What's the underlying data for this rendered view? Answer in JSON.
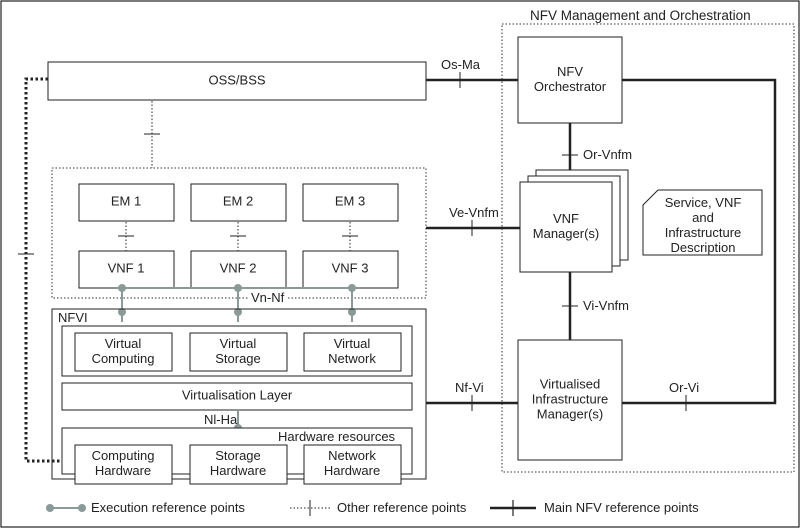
{
  "colors": {
    "line": "#222222",
    "dotted": "#333333",
    "ep": "#8a9a98",
    "bg": "#ffffff"
  },
  "nfv_mano": {
    "title": "NFV Management and Orchestration"
  },
  "oss_bss": {
    "label": "OSS/BSS"
  },
  "em": [
    {
      "label": "EM 1"
    },
    {
      "label": "EM 2"
    },
    {
      "label": "EM 3"
    }
  ],
  "vnf": [
    {
      "label": "VNF 1"
    },
    {
      "label": "VNF 2"
    },
    {
      "label": "VNF 3"
    }
  ],
  "nfvi": {
    "title": "NFVI",
    "virtual": [
      {
        "label": "Virtual\nComputing"
      },
      {
        "label": "Virtual\nStorage"
      },
      {
        "label": "Virtual\nNetwork"
      }
    ],
    "virtualisation_layer": "Virtualisation Layer",
    "hardware_title": "Hardware resources",
    "hardware": [
      {
        "label": "Computing\nHardware"
      },
      {
        "label": "Storage\nHardware"
      },
      {
        "label": "Network\nHardware"
      }
    ]
  },
  "orchestrator": {
    "label": "NFV\nOrchestrator"
  },
  "vnf_manager": {
    "label": "VNF\nManager(s)"
  },
  "vim": {
    "label": "Virtualised\nInfrastructure\nManager(s)"
  },
  "service_desc": {
    "label": "Service, VNF and\nInfrastructure\nDescription"
  },
  "ref_points": {
    "os_ma": "Os-Ma",
    "or_vnfm": "Or-Vnfm",
    "ve_vnfm": "Ve-Vnfm",
    "vi_vnfm": "Vi-Vnfm",
    "nf_vi": "Nf-Vi",
    "or_vi": "Or-Vi",
    "vn_nf": "Vn-Nf",
    "nl_ha": "Nl-Ha"
  },
  "legend": {
    "execution": "Execution reference points",
    "other": "Other reference points",
    "main": "Main NFV reference points"
  }
}
